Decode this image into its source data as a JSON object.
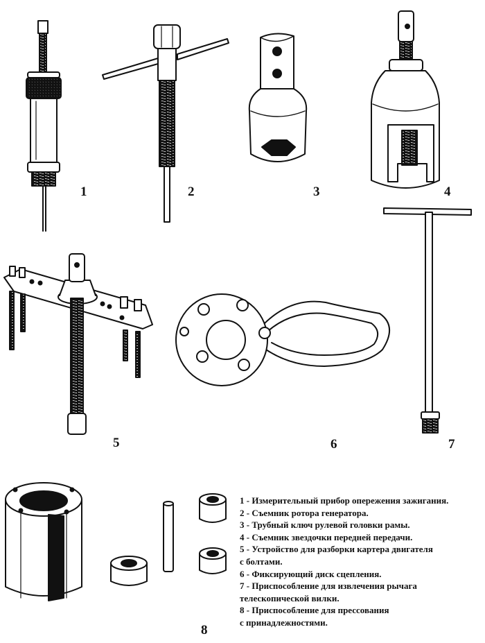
{
  "labels": {
    "l1": "1",
    "l2": "2",
    "l3": "3",
    "l4": "4",
    "l5": "5",
    "l6": "6",
    "l7": "7",
    "l8": "8"
  },
  "legend": [
    "1 - Измерительный прибор опережения зажигания.",
    "2 - Съемник ротора генератора.",
    "3 - Трубный ключ рулевой головки рамы.",
    "4 - Съемник звездочки передней передачи.",
    "5 - Устройство для разборки картера двигателя\nс болтами.",
    "6 - Фиксирующий диск сцепления.",
    "7 - Приспособление для извлечения рычага\nтелескопической вилки.",
    "8 - Приспособление для прессования\nс принадлежностями."
  ]
}
